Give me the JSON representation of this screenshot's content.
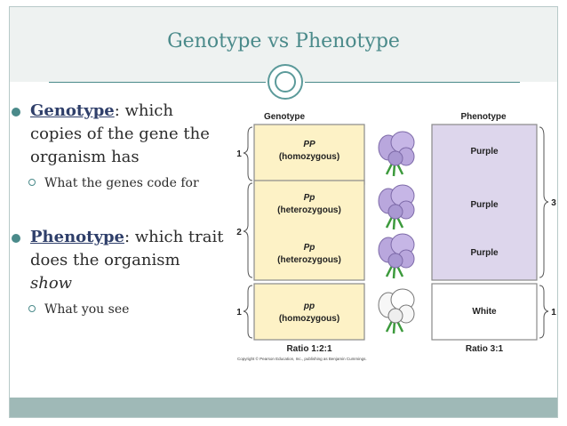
{
  "slide": {
    "title": "Genotype vs Phenotype",
    "bullets": [
      {
        "term": "Genotype",
        "text": ": which copies of the gene the organism has",
        "sub": "What the genes code for"
      },
      {
        "term": "Phenotype",
        "text_before": ": which trait does the organism ",
        "text_italic": "show",
        "sub": "What you see"
      }
    ]
  },
  "figure": {
    "genotype_header": "Genotype",
    "phenotype_header": "Phenotype",
    "genotype_cells": [
      {
        "code": "PP",
        "zygosity": "(homozygous)"
      },
      {
        "code": "Pp",
        "zygosity": "(heterozygous)"
      },
      {
        "code": "Pp",
        "zygosity": "(heterozygous)"
      },
      {
        "code": "pp",
        "zygosity": "(homozygous)"
      }
    ],
    "phenotype_cells": [
      "Purple",
      "Purple",
      "Purple",
      "White"
    ],
    "left_counts": [
      "1",
      "2",
      "1"
    ],
    "right_counts": [
      "3",
      "1"
    ],
    "ratio_genotype": "Ratio 1:2:1",
    "ratio_phenotype": "Ratio 3:1",
    "copyright": "Copyright © Pearson Education, Inc., publishing as Benjamin Cummings.",
    "colors": {
      "genotype_fill": "#fdf2c6",
      "phenotype_fill": "#ddd6ec",
      "purple_flower": "#b9a7dd",
      "white_flower": "#f7f7f7",
      "leaf": "#3c9a3c"
    }
  }
}
